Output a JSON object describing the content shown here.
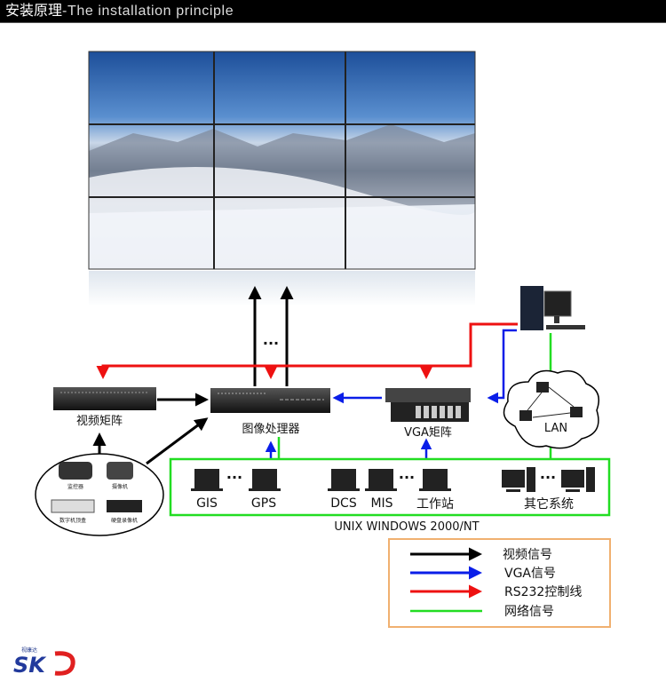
{
  "header": {
    "title_cn": "安装原理",
    "title_en": "-The installation principle"
  },
  "devices": {
    "video_matrix": "视频矩阵",
    "image_processor": "图像处理器",
    "vga_matrix": "VGA矩阵",
    "lan": "LAN",
    "dots": "···"
  },
  "sources": [
    "监控器",
    "摄像机",
    "数字机顶盒",
    "硬盘录像机"
  ],
  "systems": {
    "items": [
      "GIS",
      "GPS",
      "DCS",
      "MIS",
      "工作站",
      "其它系统"
    ],
    "os_label": "UNIX WINDOWS 2000/NT"
  },
  "legend": [
    {
      "label": "视频信号",
      "color": "#000000"
    },
    {
      "label": "VGA信号",
      "color": "#0a1ee8"
    },
    {
      "label": "RS232控制线",
      "color": "#ee1111"
    },
    {
      "label": "网络信号",
      "color": "#22dd22"
    }
  ],
  "logo": {
    "brand_cn": "视康达",
    "brand": "SKD"
  },
  "colors": {
    "video": "#000000",
    "vga": "#0a1ee8",
    "rs232": "#ee1111",
    "network": "#22dd22",
    "legend_border": "#f0b070"
  }
}
